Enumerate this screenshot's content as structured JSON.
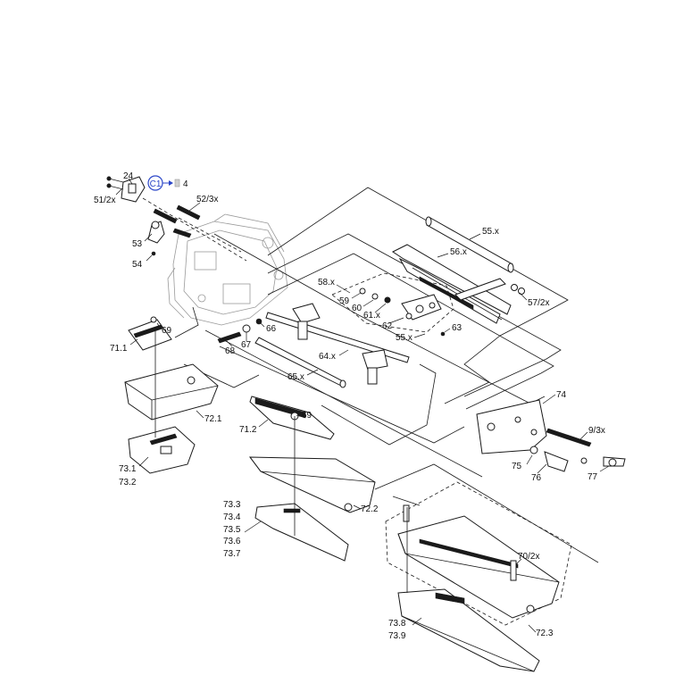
{
  "callout": {
    "label": "C1",
    "ref": "4",
    "color": "#2b46c8"
  },
  "part_labels": {
    "p24": "24",
    "p51": "51/2x",
    "p52": "52/3x",
    "p53": "53",
    "p54": "54",
    "p55": "55.x",
    "p56": "56.x",
    "p57": "57/2x",
    "p58": "58.x",
    "p59": "59",
    "p60": "60",
    "p61": "61.x",
    "p62": "62",
    "p55b": "55.x",
    "p63": "63",
    "p64": "64.x",
    "p65": "65.x",
    "p66": "66",
    "p67": "67",
    "p68": "68",
    "p69a": "69",
    "p711": "71.1",
    "p721": "72.1",
    "p69b": "69",
    "p712": "71.2",
    "p731": "73.1",
    "p732": "73.2",
    "p722": "72.2",
    "p733": "73.3",
    "p734": "73.4",
    "p735": "73.5",
    "p736": "73.6",
    "p737": "73.7",
    "p74": "74",
    "p93": "9/3x",
    "p75": "75",
    "p76": "76",
    "p77": "77",
    "p70": "70/2x",
    "p723": "72.3",
    "p738": "73.8",
    "p739": "73.9"
  }
}
